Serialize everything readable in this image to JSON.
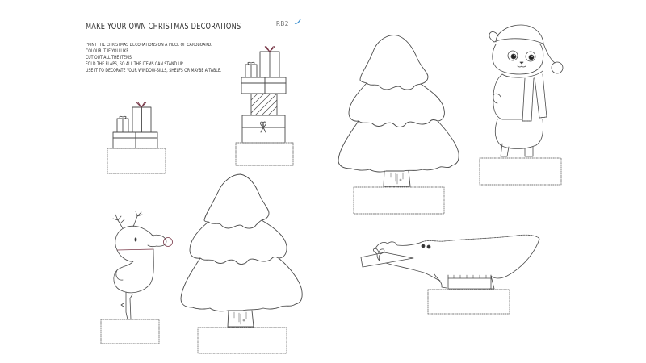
{
  "header": {
    "title": "MAKE YOUR OWN CHRISTMAS DECORATIONS",
    "logo": "RB2",
    "logo_accent_color": "#3a8fd0"
  },
  "instructions": [
    "PRINT THE CHRISTMAS DECORATIONS ON A PIECE OF CARDBOARD.",
    "COLOUR IT IF YOU LIKE.",
    "CUT OUT ALL THE ITEMS.",
    "FOLD THE FLAPS, SO ALL THE ITEMS CAN STAND UP.",
    "USE IT TO DECORATE YOUR WINDOW-SILLS, SHELFS OR MAYBE A TABLE."
  ],
  "cutouts": [
    {
      "name": "small-gift-stack",
      "icon": "gift-stack-icon"
    },
    {
      "name": "tall-gift-stack",
      "icon": "gift-stack-icon"
    },
    {
      "name": "christmas-tree-large",
      "icon": "tree-icon"
    },
    {
      "name": "panda-with-hat",
      "icon": "panda-icon"
    },
    {
      "name": "reindeer-bird",
      "icon": "reindeer-bird-icon"
    },
    {
      "name": "christmas-tree-small",
      "icon": "tree-icon"
    },
    {
      "name": "crocodile-with-gift",
      "icon": "crocodile-icon"
    }
  ],
  "colors": {
    "line": "#4a4a4a",
    "flap_border": "#777777",
    "background": "#ffffff"
  }
}
